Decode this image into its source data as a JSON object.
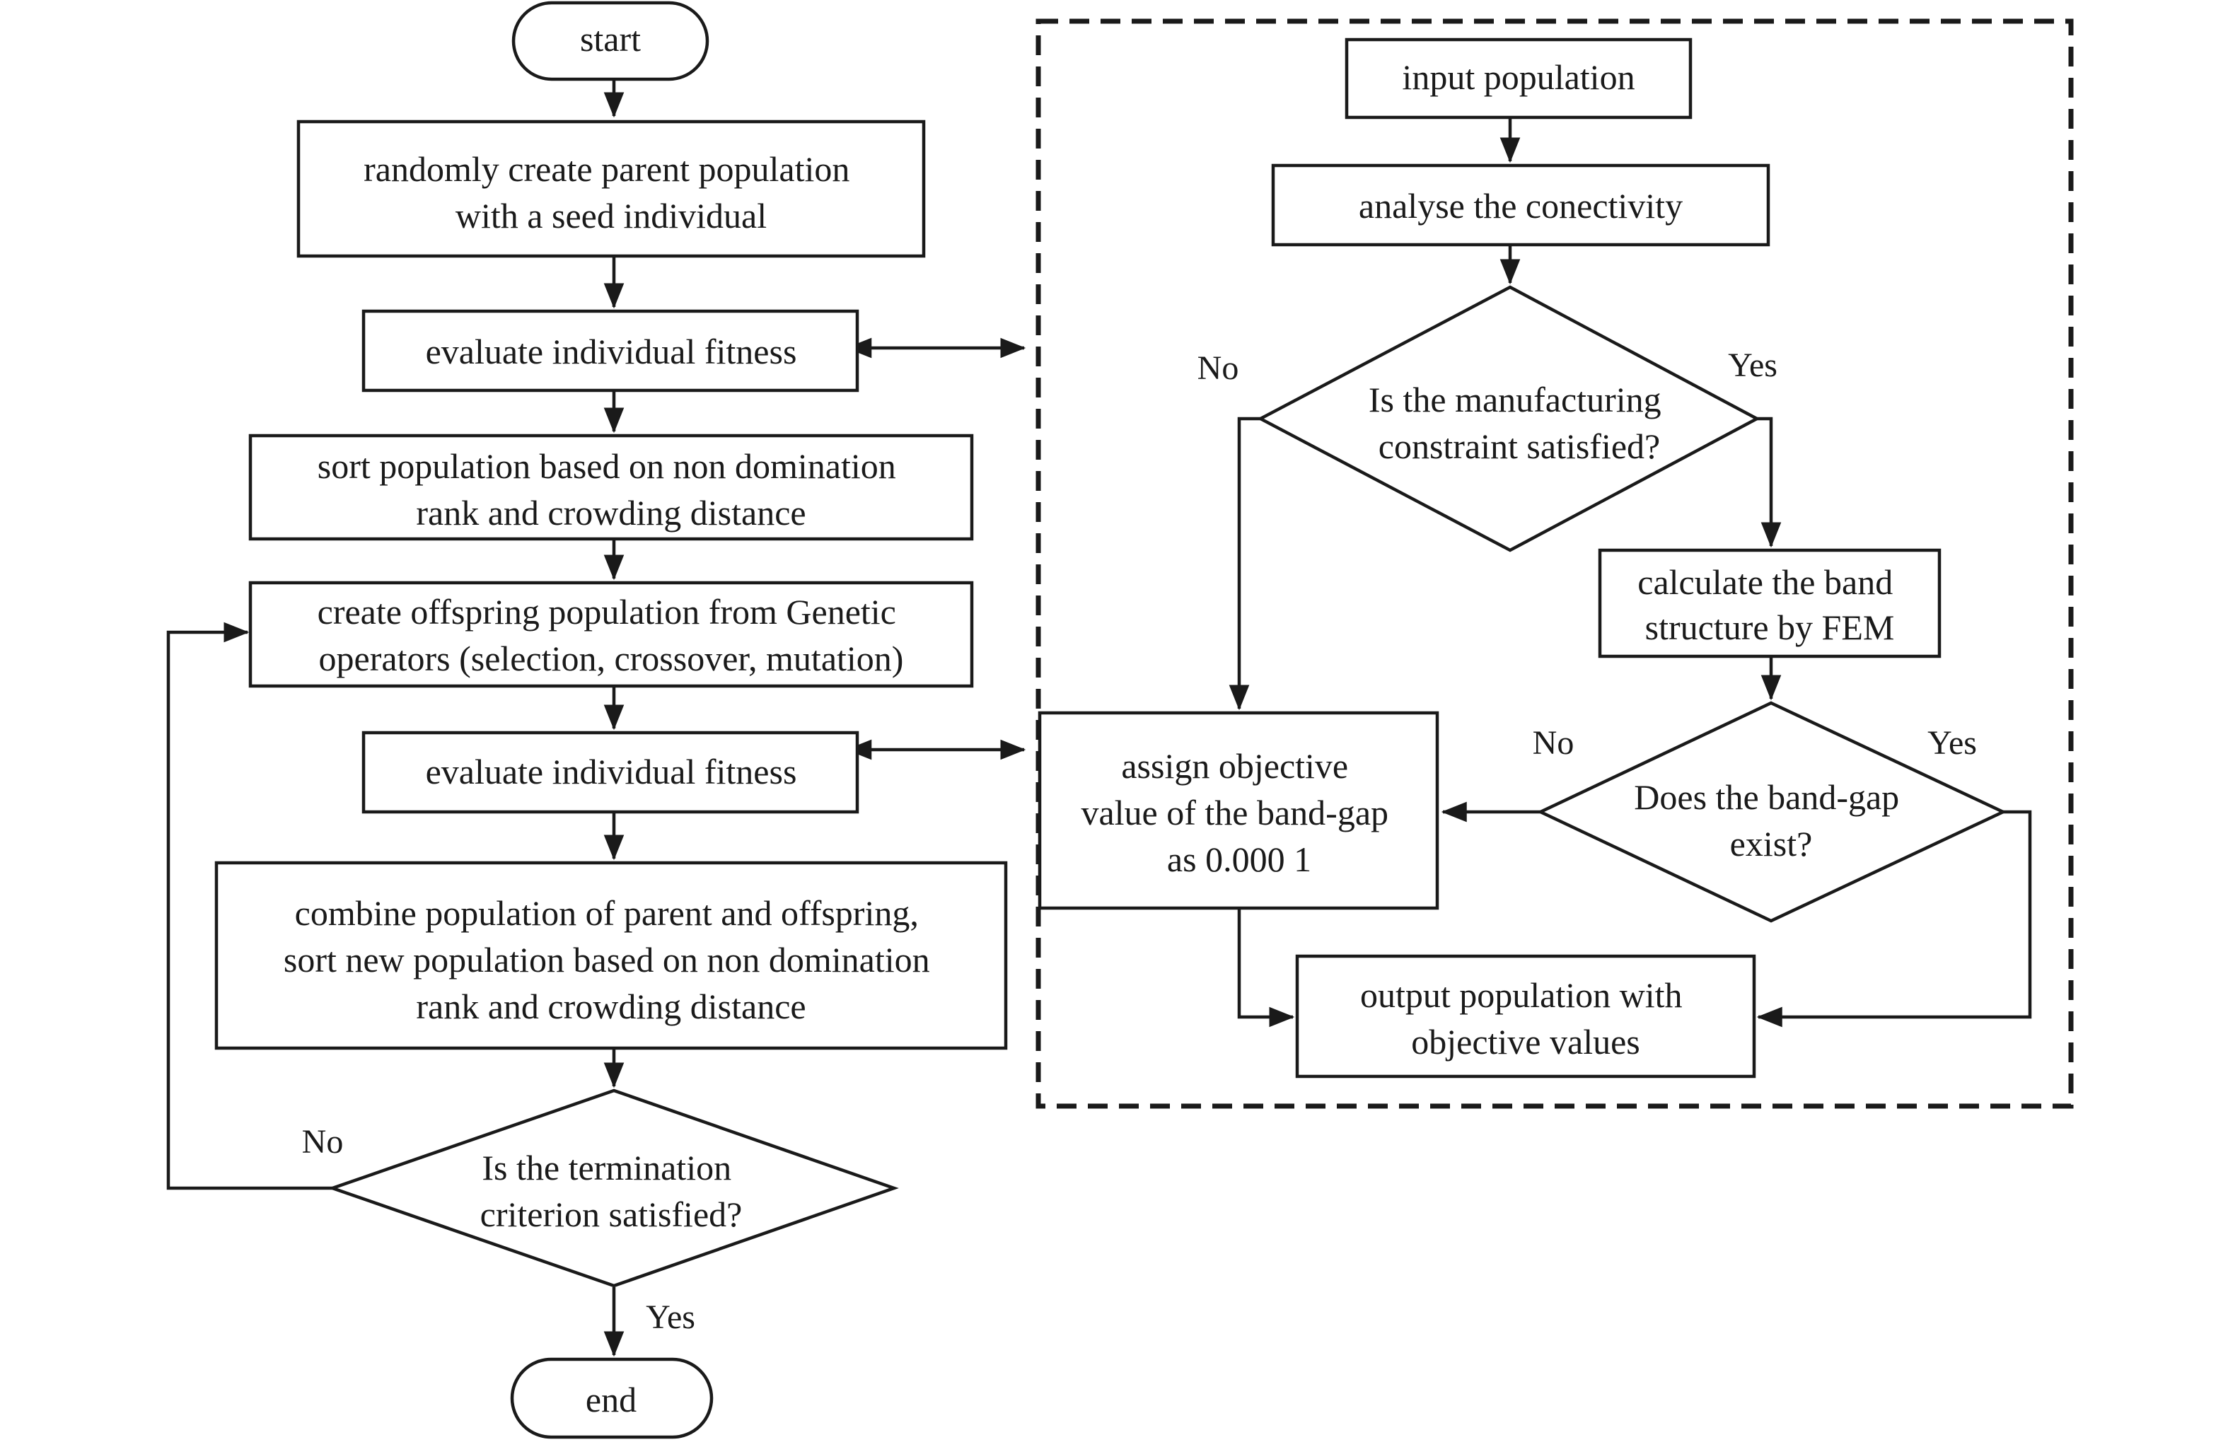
{
  "flowchart": {
    "nodes": {
      "start": {
        "lines": [
          "start"
        ]
      },
      "create_parent": {
        "lines": [
          "randomly create parent population",
          "with a seed individual"
        ]
      },
      "evaluate_1": {
        "lines": [
          "evaluate individual fitness"
        ]
      },
      "sort_population": {
        "lines": [
          "sort population based on non domination",
          "rank and crowding distance"
        ]
      },
      "create_offspring": {
        "lines": [
          "create offspring population from Genetic",
          "operators (selection, crossover, mutation)"
        ]
      },
      "evaluate_2": {
        "lines": [
          "evaluate individual fitness"
        ]
      },
      "combine": {
        "lines": [
          "combine population of parent and offspring,",
          "sort new population based on non domination",
          "rank and crowding distance"
        ]
      },
      "termination": {
        "lines": [
          "Is the termination",
          "criterion satisfied?"
        ]
      },
      "end": {
        "lines": [
          "end"
        ]
      },
      "input_population": {
        "lines": [
          "input population"
        ]
      },
      "analyse": {
        "lines": [
          "analyse the conectivity"
        ]
      },
      "manufacturing": {
        "lines": [
          "Is the manufacturing",
          "constraint satisfied?"
        ]
      },
      "band_structure": {
        "lines": [
          "calculate the band",
          "structure by FEM"
        ]
      },
      "band_gap": {
        "lines": [
          "Does the band-gap",
          "exist?"
        ]
      },
      "assign": {
        "lines": [
          "assign objective",
          "value of the band-gap",
          "as 0.000 1"
        ]
      },
      "output": {
        "lines": [
          "output population with",
          "objective values"
        ]
      }
    },
    "edge_labels": {
      "termination_no": "No",
      "termination_yes": "Yes",
      "manufacturing_no": "No",
      "manufacturing_yes": "Yes",
      "band_gap_no": "No",
      "band_gap_yes": "Yes"
    }
  }
}
